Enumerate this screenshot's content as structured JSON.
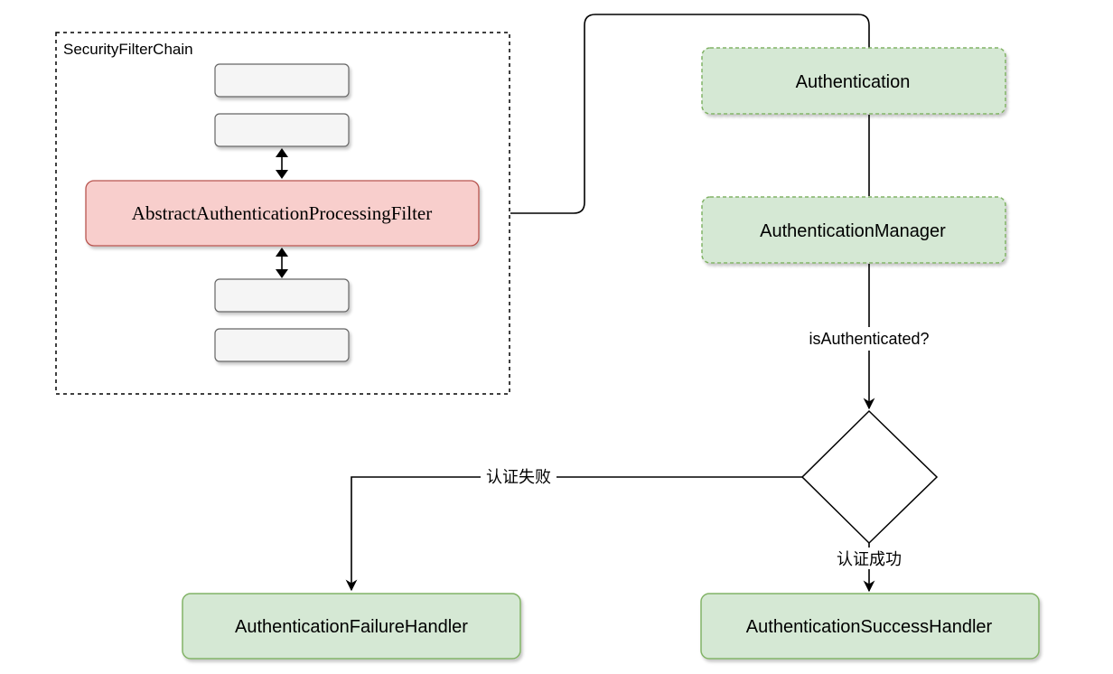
{
  "diagram": {
    "chain": {
      "title": "SecurityFilterChain",
      "filter_label": "AbstractAuthenticationProcessingFilter"
    },
    "nodes": {
      "authentication": "Authentication",
      "manager": "AuthenticationManager",
      "failure_handler": "AuthenticationFailureHandler",
      "success_handler": "AuthenticationSuccessHandler"
    },
    "edges": {
      "is_authenticated": "isAuthenticated?",
      "auth_failed": "认证失败",
      "auth_success": "认证成功"
    },
    "colors": {
      "filter_fill": "#f8cecc",
      "filter_stroke": "#b85450",
      "green_fill": "#d5e8d4",
      "green_stroke": "#82b366",
      "grey_fill": "#f5f5f5",
      "grey_stroke": "#666666",
      "line": "#000000"
    }
  }
}
